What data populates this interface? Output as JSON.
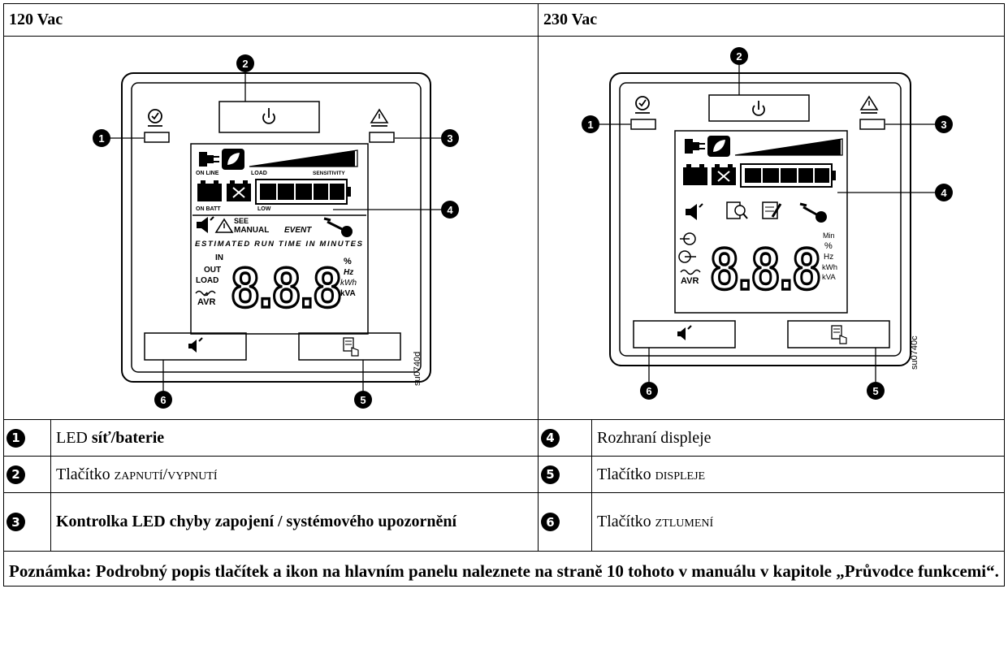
{
  "header": {
    "left": "120 Vac",
    "right": "230 Vac"
  },
  "callouts": [
    "1",
    "2",
    "3",
    "4",
    "5",
    "6"
  ],
  "panel_120": {
    "lcd_labels": [
      "ON LINE",
      "LOAD",
      "SENSITIVITY",
      "ON BATT",
      "LOW",
      "SEE",
      "MANUAL",
      "EVENT",
      "ESTIMATED RUN TIME IN MINUTES",
      "IN",
      "OUT",
      "LOAD",
      "AVR"
    ],
    "digits": "8.8.8",
    "units": [
      "%",
      "Hz",
      "kWh",
      "kVA"
    ],
    "figure_id": "su0740d"
  },
  "panel_230": {
    "digits": "8.8.8",
    "units": [
      "Min",
      "%",
      "Hz",
      "kWh",
      "kVA"
    ],
    "avr_label": "AVR",
    "figure_id": "su0740c"
  },
  "legend": {
    "item1": {
      "num": "1",
      "plain": "LED ",
      "bold": "síť/baterie"
    },
    "item2": {
      "num": "2",
      "plain": "Tlačítko ",
      "caps": "zapnutí/vypnutí"
    },
    "item3": {
      "num": "3",
      "bold": "Kontrolka LED chyby zapojení / systémového upozornění"
    },
    "item4": {
      "num": "4",
      "plain": "Rozhraní displeje"
    },
    "item5": {
      "num": "5",
      "plain": "Tlačítko ",
      "caps": "displeje"
    },
    "item6": {
      "num": "6",
      "plain": "Tlačítko ",
      "caps": "ztlumení"
    }
  },
  "note": "Poznámka: Podrobný popis tlačítek a ikon na hlavním panelu naleznete na straně 10 tohoto v manuálu v kapitole „Průvodce funkcemi“."
}
